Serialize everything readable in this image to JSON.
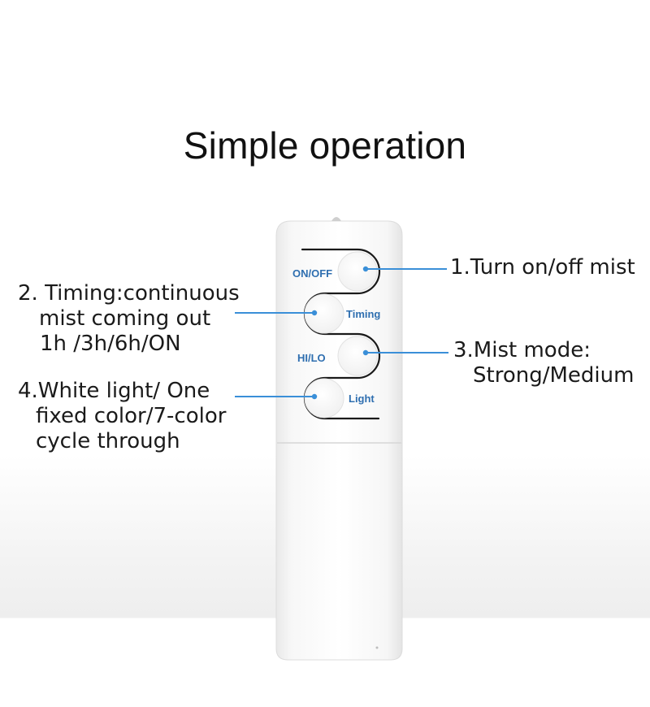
{
  "title": "Simple operation",
  "colors": {
    "accent_line": "#3a8fd8",
    "button_label": "#2f6fb0"
  },
  "remote": {
    "buttons": [
      {
        "label": "ON/OFF"
      },
      {
        "label": "Timing"
      },
      {
        "label": "HI/LO"
      },
      {
        "label": "Light"
      }
    ]
  },
  "callouts": {
    "on_off": {
      "lines": [
        "1.Turn on/off mist"
      ]
    },
    "timing": {
      "lines": [
        "2. Timing:continuous",
        "mist coming out",
        "1h /3h/6h/ON"
      ]
    },
    "mist_mode": {
      "lines": [
        "3.Mist mode:",
        "Strong/Medium"
      ]
    },
    "light": {
      "lines": [
        "4.White light/ One",
        "fixed color/7-color",
        "cycle through"
      ]
    }
  }
}
